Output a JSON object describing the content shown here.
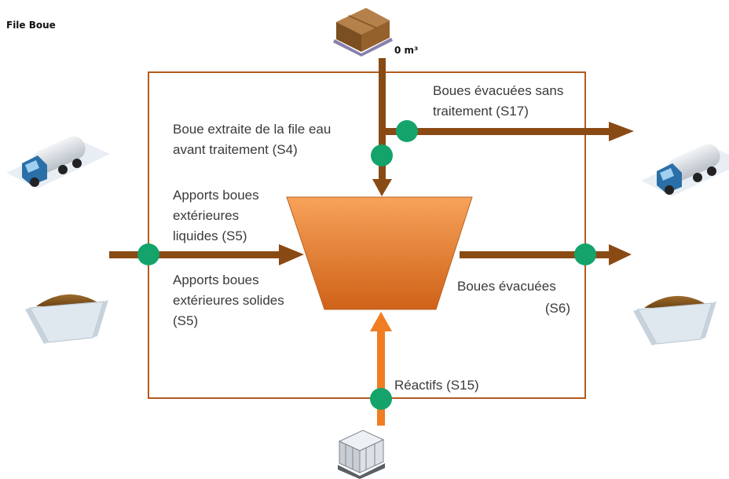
{
  "title": "File Boue",
  "volume": "0 m³",
  "flows": {
    "s17": [
      "Boues évacuées sans",
      "traitement (S17)"
    ],
    "s4": [
      "Boue extraite de la file eau",
      "avant traitement (S4)"
    ],
    "s5_liquid": [
      "Apports boues",
      "extérieures",
      "liquides (S5)"
    ],
    "s5_solid": [
      "Apports boues",
      "extérieures solides",
      "(S5)"
    ],
    "s6": [
      "Boues évacuées",
      "(S6)"
    ],
    "s15": [
      "Réactifs (S15)"
    ]
  },
  "icons": {
    "top": "cardboard-box-icon",
    "left_top": "tanker-truck-icon",
    "left_bottom": "sludge-skip-icon",
    "right_top": "tanker-truck-icon",
    "right_bottom": "sludge-skip-icon",
    "bottom": "ibc-container-icon"
  },
  "colors": {
    "flow_dark": "#8a4a14",
    "flow_light": "#f07d22",
    "node": "#14a36a",
    "box_border": "#b45b1e",
    "hopper_top": "#f7a25a",
    "hopper_bottom": "#cf6218"
  }
}
